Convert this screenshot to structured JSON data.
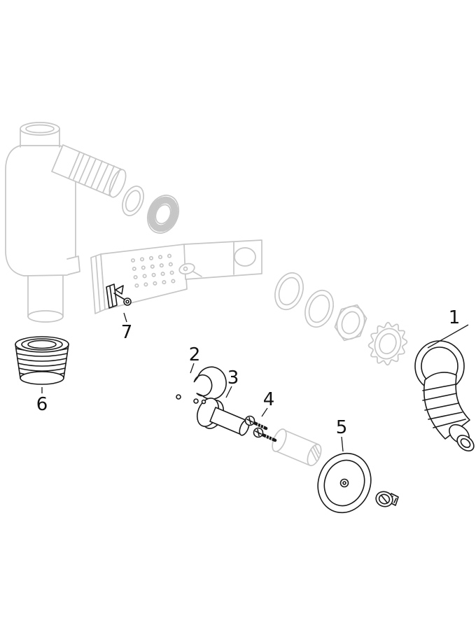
{
  "diagram": {
    "kind": "exploded-spare-parts-diagram",
    "background": "#ffffff",
    "colors": {
      "reference_parts": "#c6c6c6",
      "spare_parts": "#1a1a1a",
      "label_text": "#111111"
    },
    "callouts": [
      {
        "label": "1",
        "part": "wall-outlet-elbow-with-corrugated-hose"
      },
      {
        "label": "2",
        "part": "pipe-clamp-half-shell"
      },
      {
        "label": "3",
        "part": "flanged-connection-pipe"
      },
      {
        "label": "4",
        "part": "fixing-screws"
      },
      {
        "label": "5",
        "part": "cover-rosette-with-screw"
      },
      {
        "label": "6",
        "part": "threaded-adapter"
      },
      {
        "label": "7",
        "part": "retaining-clip"
      }
    ]
  }
}
